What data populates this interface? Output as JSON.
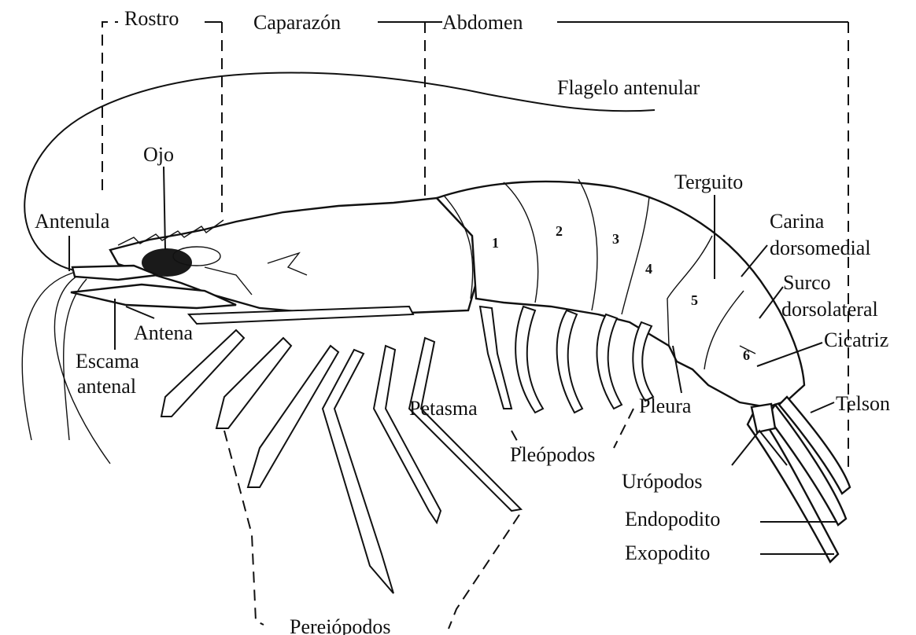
{
  "labels": {
    "rostro": "Rostro",
    "caparazon": "Caparazón",
    "abdomen": "Abdomen",
    "flagelo": "Flagelo antenular",
    "ojo": "Ojo",
    "antenula": "Antenula",
    "antena": "Antena",
    "escama_1": "Escama",
    "escama_2": "antenal",
    "terguito": "Terguito",
    "carina_1": "Carina",
    "carina_2": "dorsomedial",
    "surco_1": "Surco",
    "surco_2": "dorsolateral",
    "cicatriz": "Cicatriz",
    "telson": "Telson",
    "pleura": "Pleura",
    "petasma": "Petasma",
    "pleopodos": "Pleópodos",
    "uropodos": "Urópodos",
    "endopodito": "Endopodito",
    "exopodito": "Exopodito",
    "pereiopodos": "Pereiópodos"
  },
  "segments": [
    "1",
    "2",
    "3",
    "4",
    "5",
    "6"
  ]
}
